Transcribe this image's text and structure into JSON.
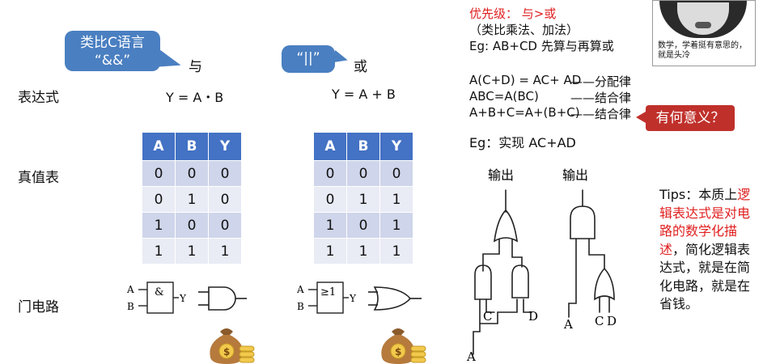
{
  "bubble_and": {
    "line1": "类比C语言",
    "line2": "“&&”"
  },
  "bubble_or": {
    "label": "“||”"
  },
  "and_label": "与",
  "or_label": "或",
  "row_labels": {
    "expression": "表达式",
    "truth_table": "真值表",
    "gate": "门电路"
  },
  "and_expr": "Y = A・B",
  "or_expr": "Y = A + B",
  "and_table": {
    "headers": [
      "A",
      "B",
      "Y"
    ],
    "rows": [
      [
        "0",
        "0",
        "0"
      ],
      [
        "0",
        "1",
        "0"
      ],
      [
        "1",
        "0",
        "0"
      ],
      [
        "1",
        "1",
        "1"
      ]
    ]
  },
  "or_table": {
    "headers": [
      "A",
      "B",
      "Y"
    ],
    "rows": [
      [
        "0",
        "0",
        "0"
      ],
      [
        "0",
        "1",
        "1"
      ],
      [
        "1",
        "0",
        "1"
      ],
      [
        "1",
        "1",
        "1"
      ]
    ]
  },
  "gate_symbols": {
    "and_box": "&",
    "or_box": "≥1",
    "in_a": "A",
    "in_b": "B",
    "out_y": "Y"
  },
  "priority": {
    "title": "优先级： 与>或",
    "note": "（类比乘法、加法）",
    "example": "Eg: AB+CD   先算与再算或"
  },
  "laws": [
    {
      "expr": "A(C+D) = AC+ AD",
      "name": "——分配律"
    },
    {
      "expr": "ABC=A(BC)",
      "name": "——结合律"
    },
    {
      "expr": "A+B+C=A+(B+C)",
      "name": "——结合律"
    }
  ],
  "callout": "有何意义？",
  "example2": "Eg：实现 AC+AD",
  "sketch": {
    "out1": "输出",
    "out2": "输出",
    "left": [
      "C",
      "D",
      "A"
    ],
    "right": [
      "A",
      "C",
      "D"
    ]
  },
  "meme_caption": "数学，学着挺有意思的，就是头冷",
  "tips": {
    "prefix": "Tips：本质上",
    "highlight": "逻辑表达式是对电路的数学化描述",
    "suffix": "，简化逻辑表达式，就是在简化电路，就是在省钱。"
  },
  "colors": {
    "bubble": "#4a7fc1",
    "table_header": "#4472c4",
    "table_odd": "#cfd5ea",
    "table_even": "#e9ebf5",
    "red": "#e02020",
    "callout": "#c0302b"
  },
  "icons": [
    "money-bag-icon",
    "money-bag-icon"
  ]
}
